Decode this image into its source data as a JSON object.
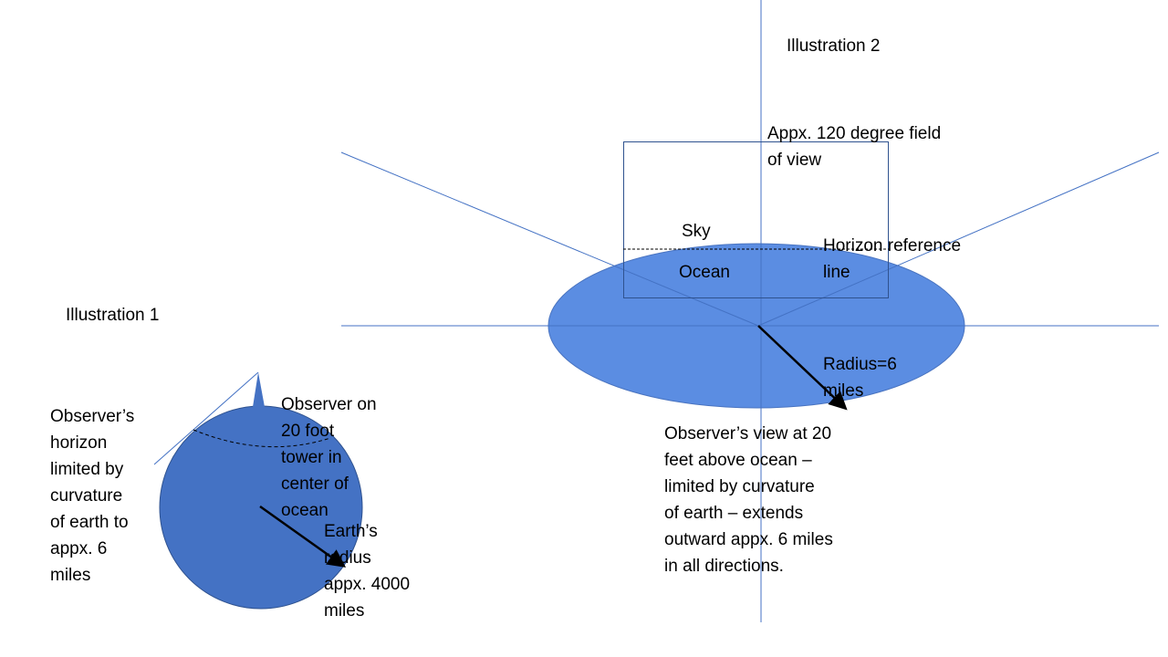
{
  "colors": {
    "ocean_fill": "#5b8de2",
    "earth_fill": "#4472c4",
    "line": "#4472c4",
    "text": "#000000"
  },
  "illustration1": {
    "title": "Illustration 1",
    "horizon_label": "Observer’s\nhorizon\nlimited by\ncurvature\nof earth to\nappx. 6\nmiles",
    "observer_label": "Observer on\n20 foot\ntower in\ncenter of\nocean",
    "radius_label": "Earth’s\nradius\nappx. 4000\nmiles"
  },
  "illustration2": {
    "title": "Illustration 2",
    "fov_label": "Appx. 120 degree field\nof view",
    "sky_label": "Sky",
    "ocean_label": "Ocean",
    "horizon_label": "Horizon reference\nline",
    "radius_label": "Radius=6\nmiles",
    "caption": "Observer’s view at 20\nfeet above ocean –\nlimited by curvature\nof earth – extends\noutward appx. 6 miles\nin all directions."
  }
}
